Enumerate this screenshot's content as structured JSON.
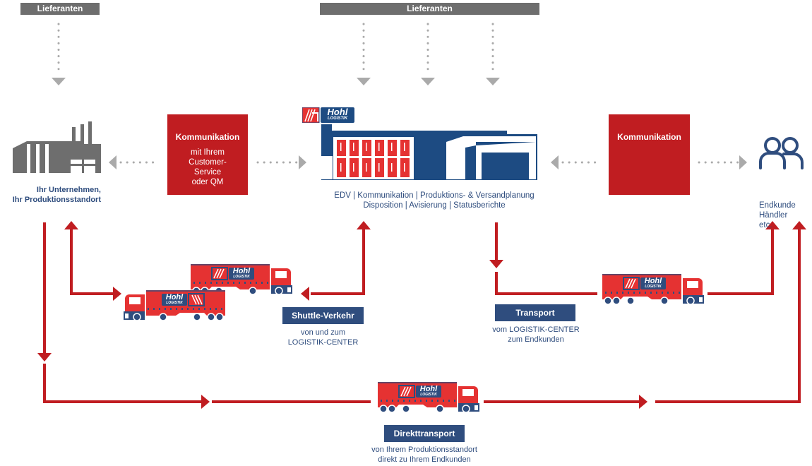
{
  "suppliers": {
    "left_label": "Lieferanten",
    "center_label": "Lieferanten"
  },
  "company": {
    "label_line1": "Ihr Unternehmen,",
    "label_line2": "Ihr Produktionsstandort"
  },
  "communication_left": {
    "title": "Kommunikation",
    "lines": [
      "mit Ihrem",
      "Customer-",
      "Service",
      "oder QM"
    ]
  },
  "communication_right": {
    "title": "Kommunikation"
  },
  "logistics_center": {
    "logo_text": "Hohl",
    "logo_subtext": "LOGISTIK",
    "services_line1": "EDV | Kommunikation | Produktions- & Versandplanung",
    "services_line2": "Disposition | Avisierung | Statusberichte"
  },
  "end_customer": {
    "lines": [
      "Endkunde",
      "Händler",
      "etc."
    ]
  },
  "shuttle": {
    "label": "Shuttle-Verkehr",
    "desc_line1": "von und zum",
    "desc_line2": "LOGISTIK-CENTER"
  },
  "transport": {
    "label": "Transport",
    "desc_line1": "vom LOGISTIK-CENTER",
    "desc_line2": "zum Endkunden"
  },
  "direct": {
    "label": "Direkttransport",
    "desc_line1": "von Ihrem Produktionsstandort",
    "desc_line2": "direkt zu Ihrem Endkunden"
  },
  "truck": {
    "logo_text": "Hohl",
    "logo_subtext": "LOGISTIK"
  },
  "colors": {
    "red": "#c01d21",
    "truck_red": "#e53232",
    "navy": "#2f4d7e",
    "building_blue": "#1d4b82",
    "gray": "#6e6e6e",
    "dot_gray": "#aaaaaa"
  }
}
